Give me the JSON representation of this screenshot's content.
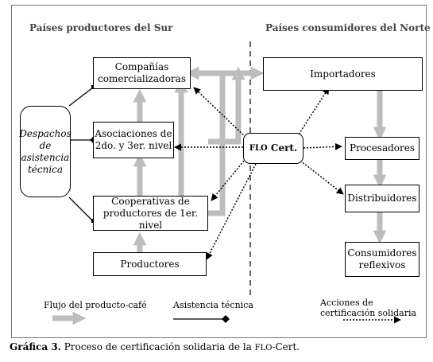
{
  "headers": {
    "south": "Países productores del Sur",
    "north": "Países consumidores del Norte"
  },
  "boxes": {
    "companias": "Compañías comercializadoras",
    "asociaciones": "Asociaciones de 2do. y 3er. nivel",
    "cooperativas": "Cooperativas de productores de 1er. nivel",
    "productores": "Productores",
    "despachos": "Despachos de asistencia técnica",
    "flo_prefix": "FLO",
    "flo_suffix": "Cert.",
    "importadores": "Importadores",
    "procesadores": "Procesadores",
    "distribuidores": "Distribuidores",
    "consumidores": "Consumidores reflexivos"
  },
  "legend": {
    "flujo": "Flujo del producto-café",
    "asistencia": "Asistencia técnica",
    "acciones": "Acciones de certificación solidaria"
  },
  "caption": {
    "number": "Gráfica 3.",
    "text_before": "Proceso de certificación solidaria de la",
    "text_flo": "FLO",
    "text_after": "-Cert."
  },
  "colors": {
    "product_flow": "#bdbdbd",
    "lines": "#000000"
  }
}
